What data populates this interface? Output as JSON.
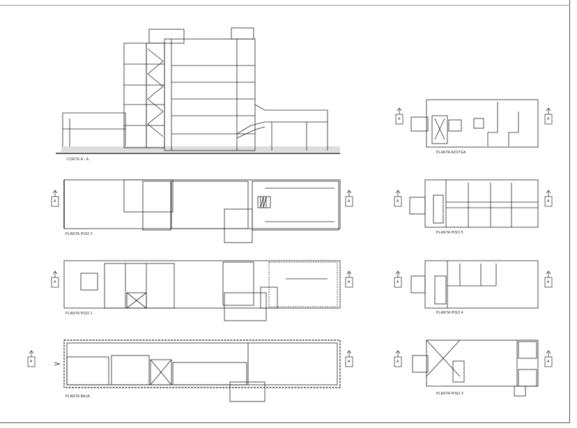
{
  "labels": {
    "section": "CORTE A - A",
    "roof": "PLANTA AZOTEA",
    "floor2": "PLANTA PISO 2",
    "floor5": "PLANTA PISO 5",
    "floor1": "PLANTA PISO 1",
    "floor4": "PLANTA PISO 4",
    "ground": "PLANTA BAJA",
    "floor3": "PLANTA PISO 3"
  },
  "section_marker": "A",
  "colors": {
    "line": "#222222",
    "hatch": "#555555",
    "paper": "#ffffff"
  }
}
